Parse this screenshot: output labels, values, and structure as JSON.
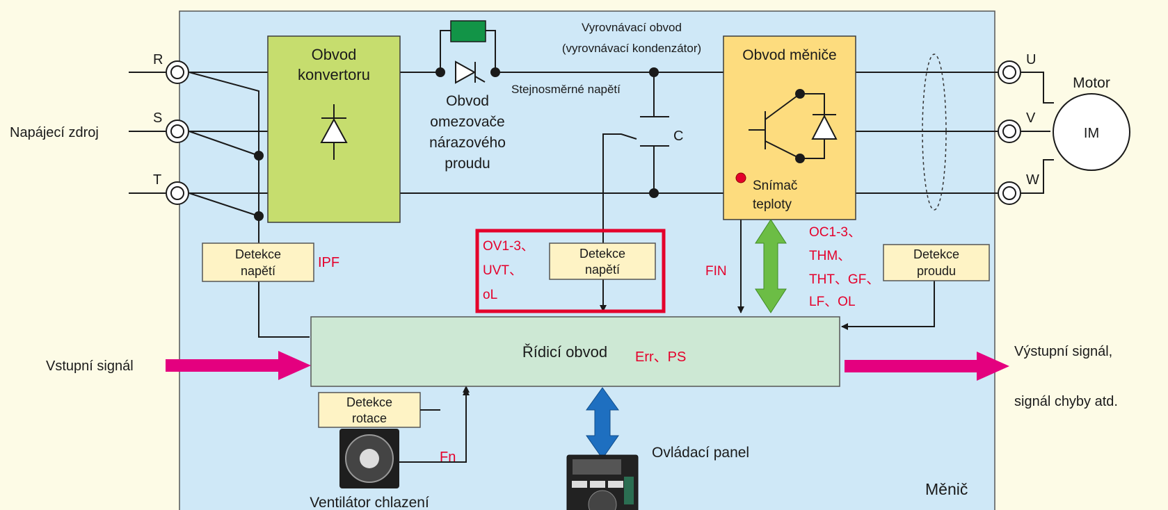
{
  "diagram": {
    "inverter_label": "Měnič",
    "power_source": "Napájecí zdroj",
    "terminals_in": [
      "R",
      "S",
      "T"
    ],
    "terminals_out": [
      "U",
      "V",
      "W"
    ],
    "converter": [
      "Obvod",
      "konvertoru"
    ],
    "inrush": [
      "Obvod",
      "omezovače",
      "nárazového",
      "proudu"
    ],
    "smoothing": [
      "Vyrovnávací obvod",
      "(vyrovnávací kondenzátor)"
    ],
    "dc_voltage": "Stejnosměrné napětí",
    "capacitor": "C",
    "inverter_circuit": "Obvod měniče",
    "temp_sensor": [
      "Snímač",
      "teploty"
    ],
    "motor_title": "Motor",
    "motor": "IM",
    "voltage_detect_left": [
      "Detekce",
      "napětí"
    ],
    "voltage_detect_mid": [
      "Detekce",
      "napětí"
    ],
    "current_detect": [
      "Detekce",
      "proudu"
    ],
    "rotation_detect": [
      "Detekce",
      "rotace"
    ],
    "control_circuit": "Řídicí obvod",
    "input_signal": "Vstupní signál",
    "output_signal": [
      "Výstupní signál,",
      "signál chyby atd."
    ],
    "control_panel": "Ovládací panel",
    "fan": "Ventilátor chlazení"
  },
  "alarms": {
    "ipf": "IPF",
    "voltage_mid": [
      "OV1-3、",
      "UVT、",
      "oL"
    ],
    "fin": "FIN",
    "inverter": [
      "OC1-3、",
      "THM、",
      "THT、GF、",
      "LF、OL"
    ],
    "control": "Err、PS",
    "fan": "Fn"
  },
  "colors": {
    "background": "#fdfbe6",
    "housing": "#cfe8f7",
    "converter": "#c6dd6e",
    "inverter": "#fddc7e",
    "control": "#cde8d4",
    "alarm_red": "#e4002b",
    "arrow_magenta": "#e4007f",
    "arrow_green": "#6cbd45",
    "arrow_blue": "#1e6fc0"
  }
}
